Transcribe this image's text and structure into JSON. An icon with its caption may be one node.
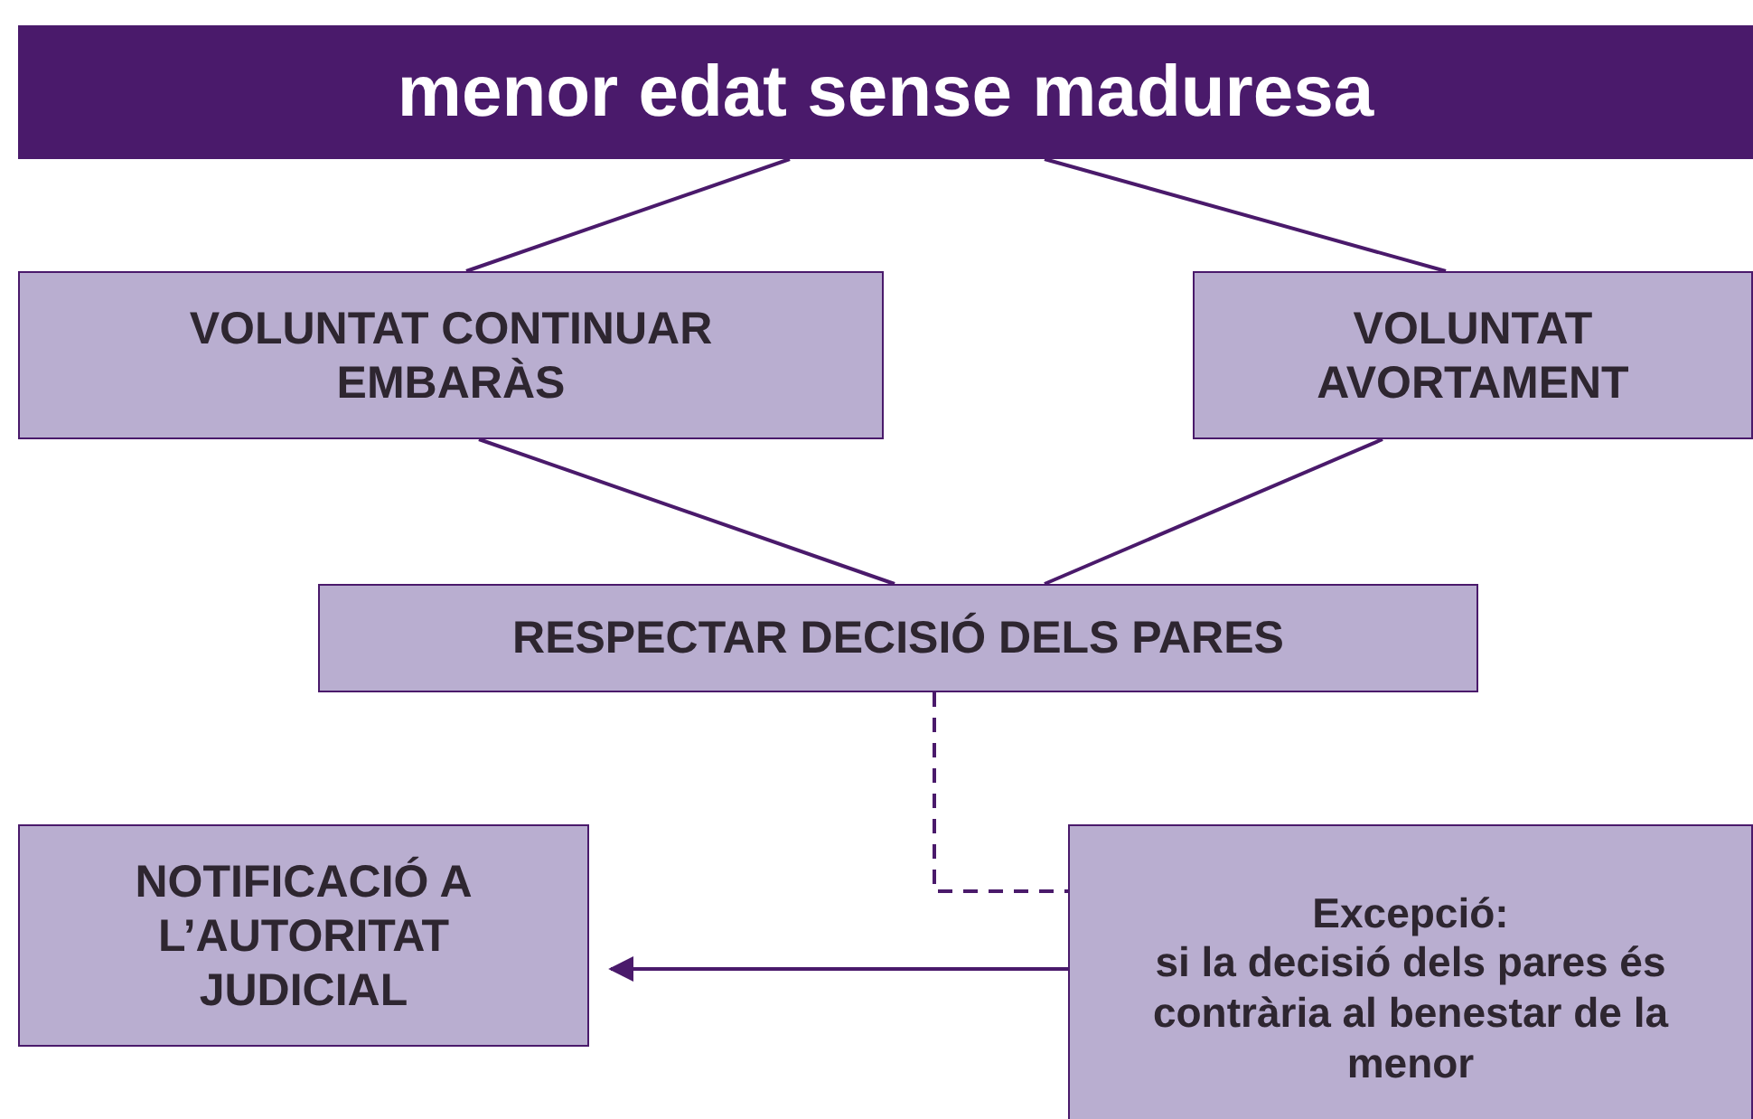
{
  "diagram": {
    "nodes": [
      {
        "text": [
          "menor edat sense maduresa"
        ]
      },
      {
        "text": [
          "VOLUNTAT CONTINUAR EMBARÀS"
        ]
      },
      {
        "text": [
          "VOLUNTAT AVORTAMENT"
        ]
      },
      {
        "text": [
          "RESPECTAR DECISIÓ DELS PARES"
        ]
      },
      {
        "text": [
          "NOTIFICACIÓ A L’AUTORITAT JUDICIAL"
        ]
      },
      {
        "text": [
          "Excepció:",
          "si la decisió dels pares és contrària al benestar de la menor"
        ]
      }
    ],
    "edges": [
      {
        "from": 0,
        "to": 1,
        "arrow": "none"
      },
      {
        "from": 0,
        "to": 2,
        "arrow": "none"
      },
      {
        "from": 1,
        "to": 3,
        "arrow": "none"
      },
      {
        "from": 2,
        "to": 3,
        "arrow": "none"
      },
      {
        "from": 3,
        "to": 5,
        "arrow": "none",
        "style": "dashed"
      },
      {
        "from": 5,
        "to": 4,
        "arrow": "to"
      }
    ]
  }
}
